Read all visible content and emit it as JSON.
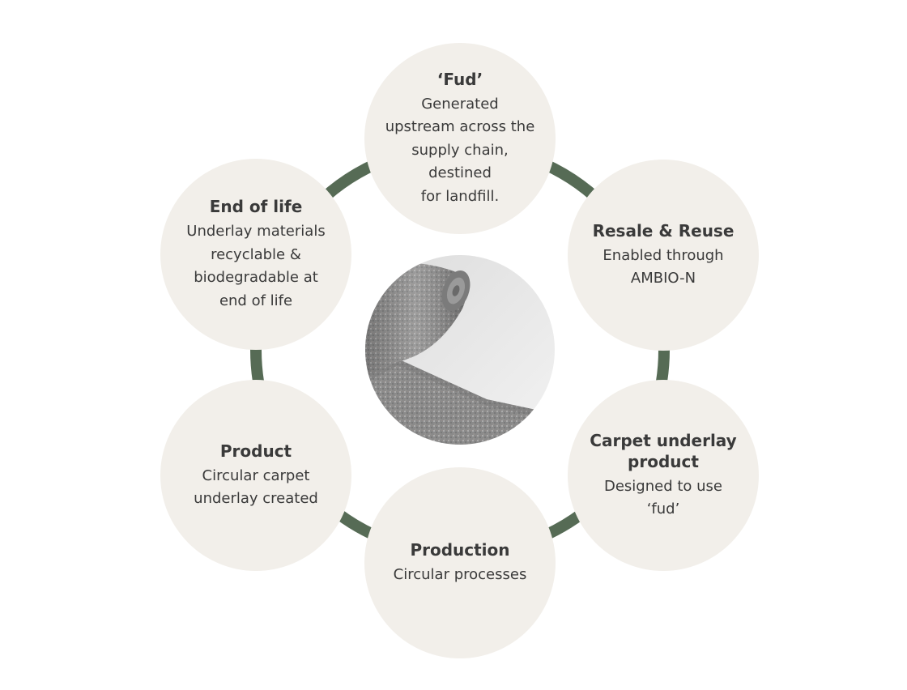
{
  "colors": {
    "ring": "#566b55",
    "node_fill": "#f2efea",
    "text": "#3a3a3a"
  },
  "nodes": {
    "fud": {
      "title": "‘Fud’",
      "desc": "Generated\nupstream across the\nsupply chain,\ndestined\nfor landfill."
    },
    "resale": {
      "title": "Resale & Reuse",
      "desc": "Enabled through\nAMBIO-N"
    },
    "carpet": {
      "title": "Carpet underlay\nproduct",
      "desc": "Designed to use\n‘fud’"
    },
    "production": {
      "title": "Production",
      "desc": "Circular processes"
    },
    "product": {
      "title": "Product",
      "desc": "Circular carpet\nunderlay created"
    },
    "end_of_life": {
      "title": "End of life",
      "desc": "Underlay materials\nrecyclable &\nbiodegradable at\nend of life"
    }
  },
  "center_image": {
    "icon": "carpet-underlay-roll-photo"
  }
}
